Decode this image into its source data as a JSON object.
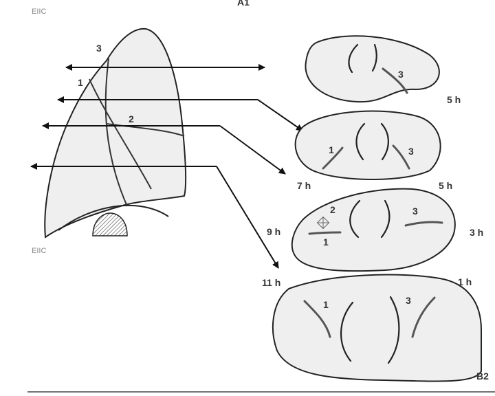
{
  "figure": {
    "panel_top": "A1",
    "panel_bottom": "B2",
    "top_left_mark": "EIIC",
    "lung_bottom_mark": "EIIC",
    "lung_fissure_labels": [
      "3",
      "1",
      "2"
    ],
    "sections": [
      {
        "clock_labels": [
          "5 h"
        ],
        "fissure_labels": [
          "3"
        ]
      },
      {
        "clock_labels": [
          "7 h",
          "5 h"
        ],
        "fissure_labels": [
          "1",
          "3"
        ]
      },
      {
        "clock_labels": [
          "9 h",
          "3 h"
        ],
        "fissure_labels": [
          "2",
          "1",
          "3"
        ]
      },
      {
        "clock_labels": [
          "11 h",
          "1 h"
        ],
        "fissure_labels": [
          "1",
          "3"
        ]
      }
    ]
  }
}
